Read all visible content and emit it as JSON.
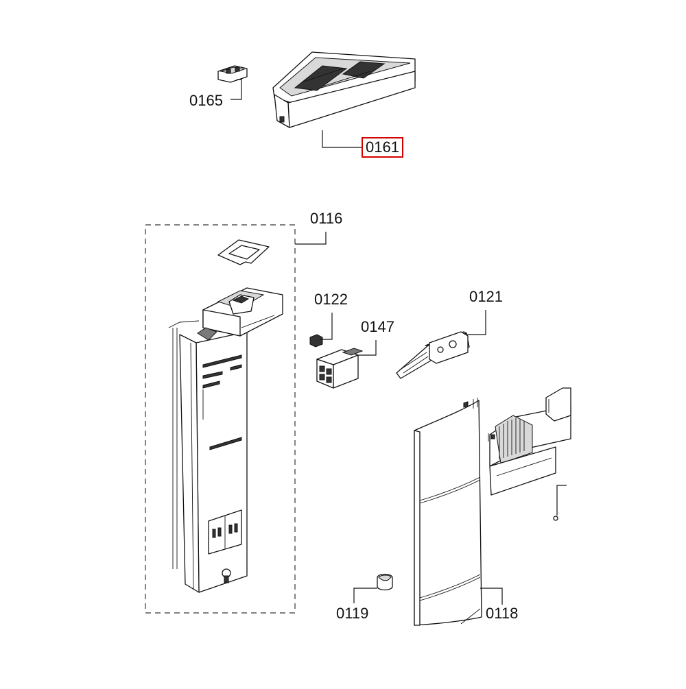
{
  "diagram": {
    "labels": [
      {
        "id": "0165",
        "text": "0165",
        "highlighted": false
      },
      {
        "id": "0161",
        "text": "0161",
        "highlighted": true
      },
      {
        "id": "0116",
        "text": "0116",
        "highlighted": false
      },
      {
        "id": "0122",
        "text": "0122",
        "highlighted": false
      },
      {
        "id": "0121",
        "text": "0121",
        "highlighted": false
      },
      {
        "id": "0147",
        "text": "0147",
        "highlighted": false
      },
      {
        "id": "0119",
        "text": "0119",
        "highlighted": false
      },
      {
        "id": "0118",
        "text": "0118",
        "highlighted": false
      }
    ],
    "highlight_color": "#d40000",
    "line_color": "#111111"
  }
}
